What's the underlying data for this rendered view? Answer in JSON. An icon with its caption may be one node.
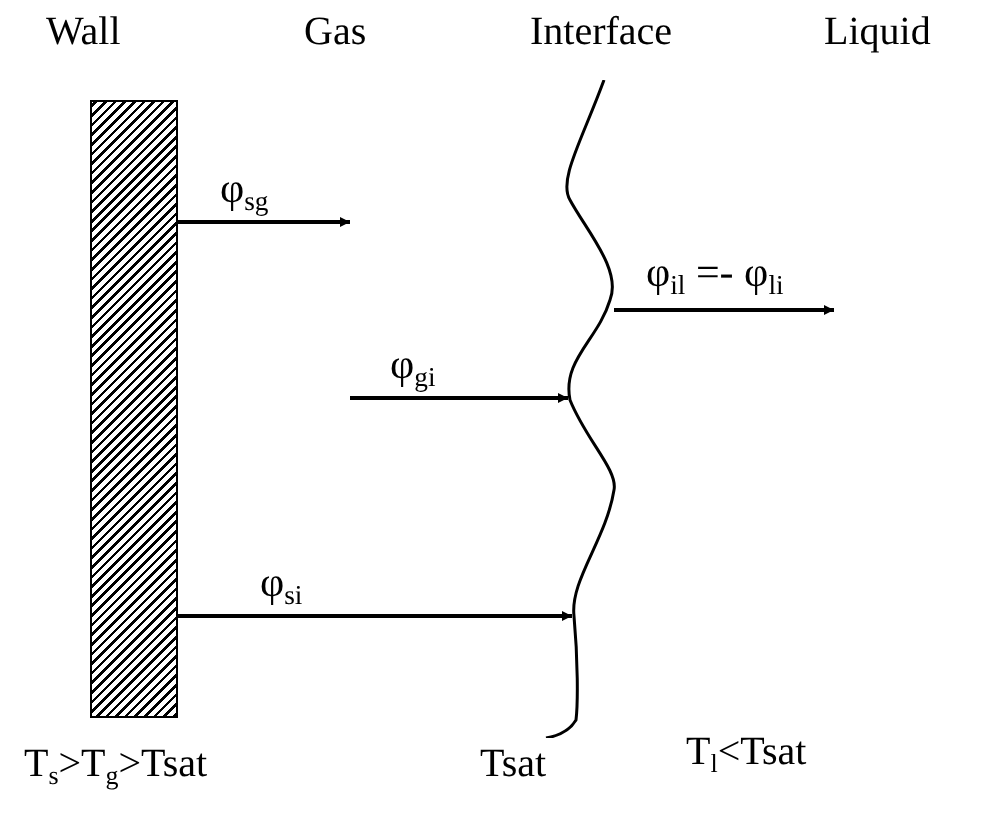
{
  "diagram": {
    "nodes": [
      {
        "text": [],
        "shape": "bar"
      },
      {
        "text": [],
        "shape": "line"
      }
    ],
    "edges": [
      {
        "from": 0,
        "to": null,
        "arrow": "to",
        "label": "φ$_{sg}$"
      },
      {
        "from": null,
        "to": 1,
        "arrow": "to",
        "label": "φ$_{gi}$"
      },
      {
        "from": 0,
        "to": 1,
        "arrow": "to",
        "label": "φ$_{si}$"
      },
      {
        "from": 1,
        "to": null,
        "arrow": "to",
        "label": "φ$_{il}$ =- φ$_{li}$"
      }
    ],
    "labels": [
      "Wall",
      "Gas",
      "Interface",
      "Liquid",
      "T$_{s}$>T$_{g}$>Tsat",
      "Tsat",
      "T$_{l}$<Tsat"
    ]
  }
}
